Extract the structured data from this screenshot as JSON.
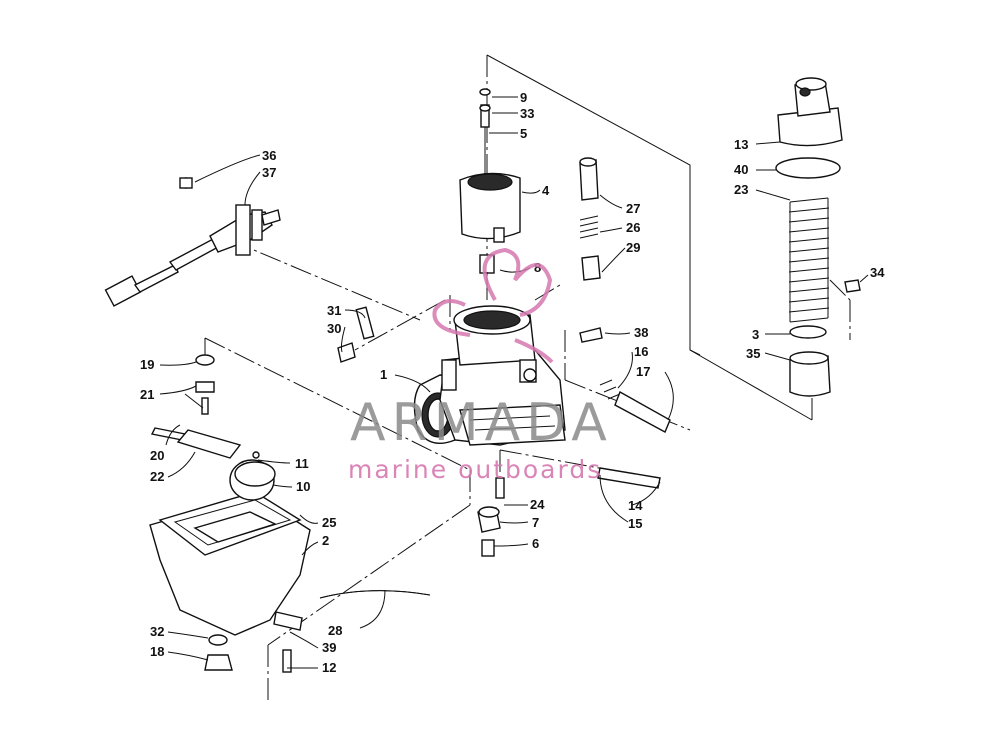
{
  "diagram": {
    "callouts": [
      "1",
      "2",
      "3",
      "4",
      "5",
      "6",
      "7",
      "8",
      "9",
      "10",
      "11",
      "12",
      "13",
      "14",
      "15",
      "16",
      "17",
      "18",
      "19",
      "20",
      "21",
      "22",
      "23",
      "24",
      "25",
      "26",
      "27",
      "28",
      "29",
      "30",
      "31",
      "32",
      "33",
      "34",
      "35",
      "36",
      "37",
      "38",
      "39",
      "40"
    ]
  },
  "watermark": {
    "brand": "ARMADA",
    "tagline": "marine outboards",
    "colors": {
      "brand": "#8a8a8a",
      "accent": "#d678b0"
    }
  }
}
